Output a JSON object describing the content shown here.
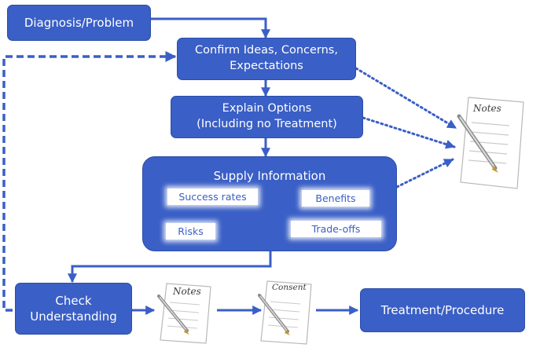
{
  "diagram": {
    "diagnosis": "Diagnosis/Problem",
    "confirm": [
      "Confirm Ideas, Concerns,",
      "Expectations"
    ],
    "explain": [
      "Explain Options",
      "(Including no Treatment)"
    ],
    "supply": {
      "title": "Supply Information",
      "items": [
        "Success rates",
        "Benefits",
        "Risks",
        "Trade-offs"
      ]
    },
    "check": [
      "Check",
      "Understanding"
    ],
    "notes_label": "Notes",
    "consent_label": "Consent",
    "treatment": "Treatment/Procedure"
  },
  "colors": {
    "box_fill": "#3a5fc6",
    "box_text": "#ffffff",
    "connector": "#3a5fc6"
  }
}
